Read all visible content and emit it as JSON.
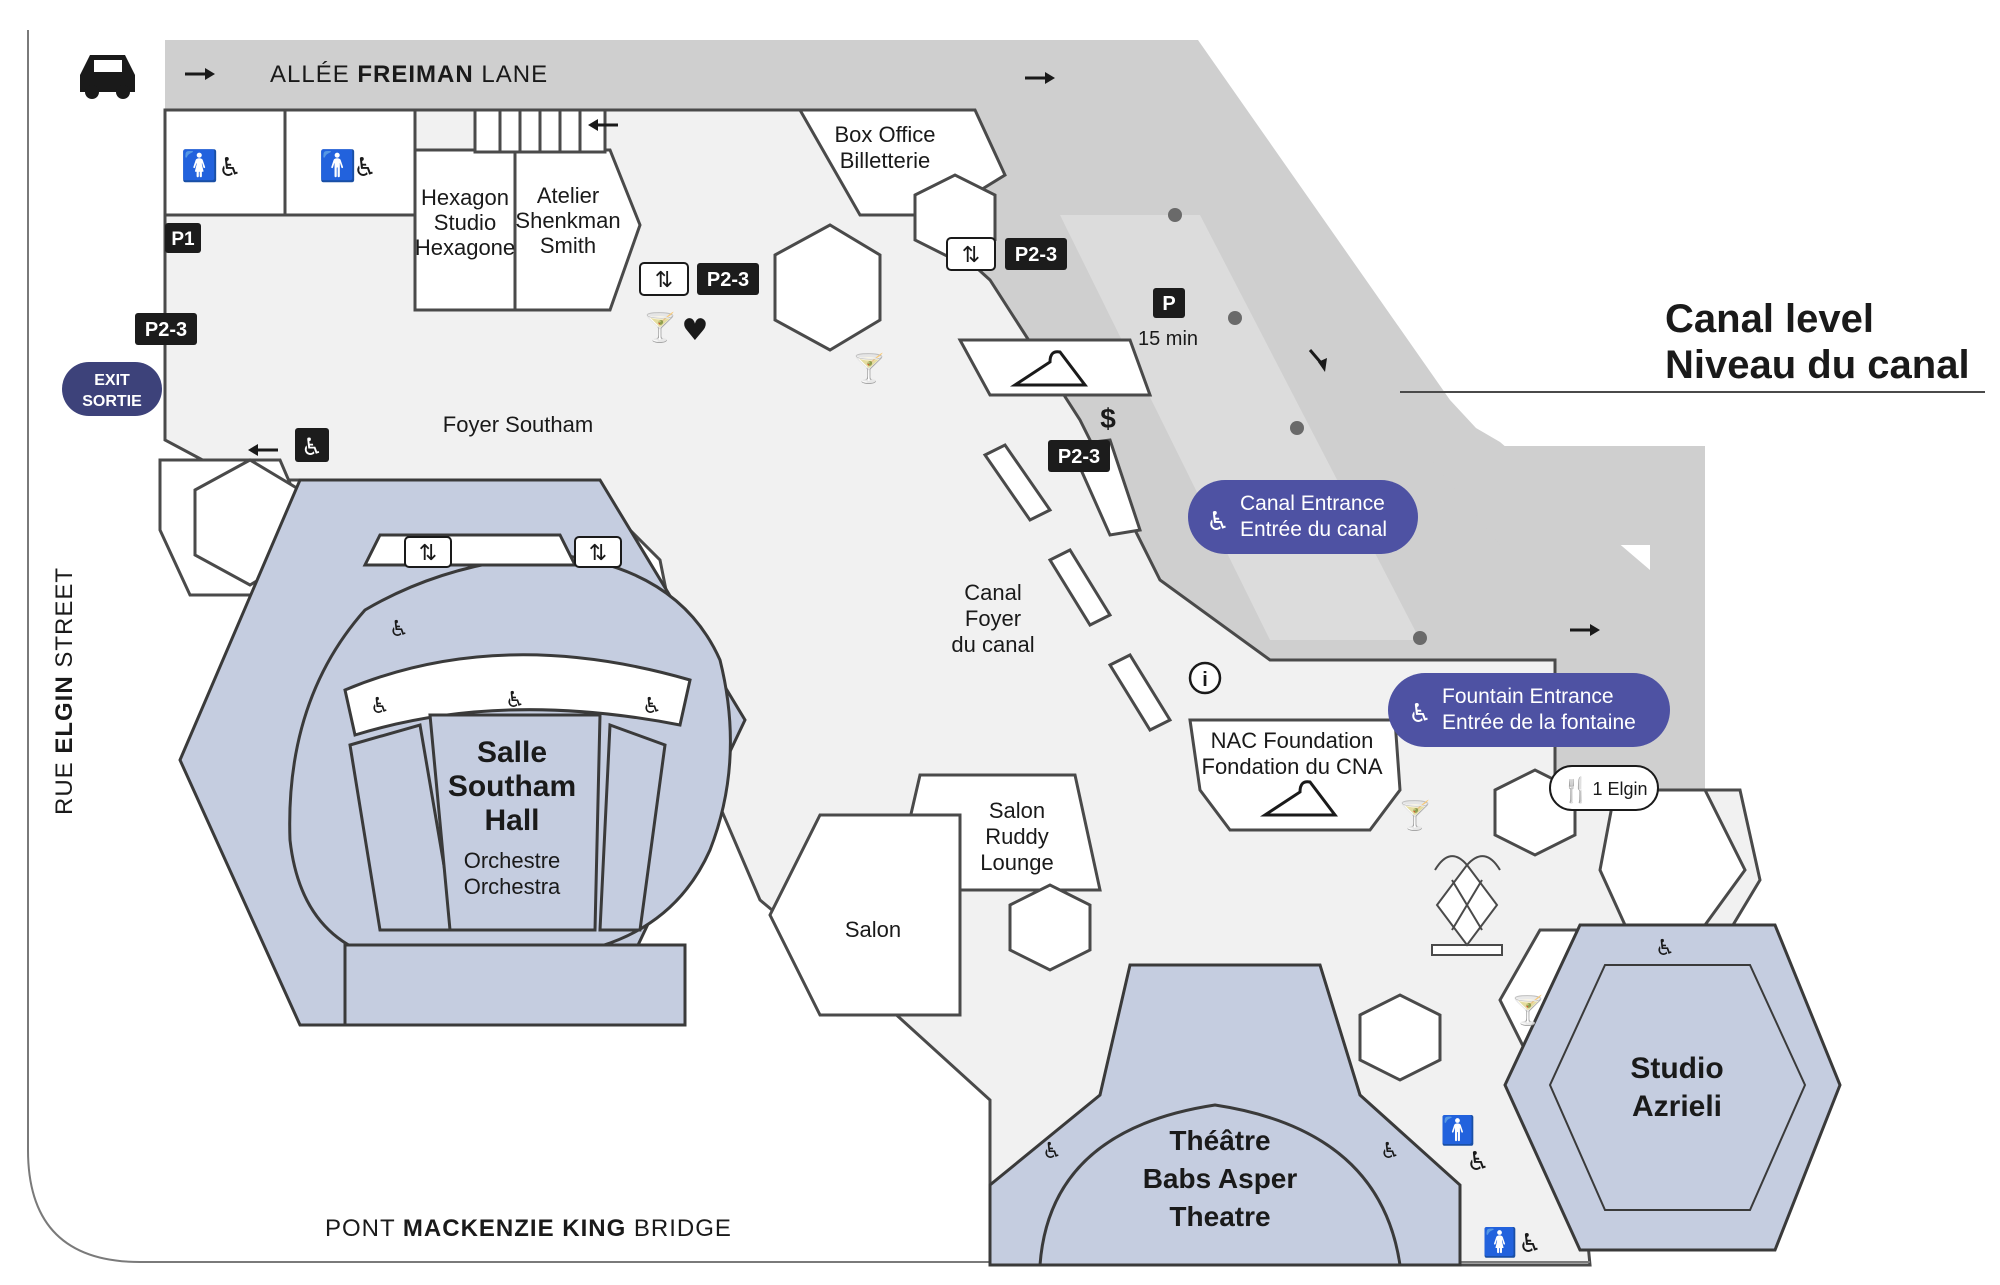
{
  "level_title": {
    "line1": "Canal level",
    "line2": "Niveau du canal"
  },
  "streets": {
    "lane": {
      "pre": "ALLÉE ",
      "bold": "FREIMAN",
      "post": " LANE"
    },
    "elgin": {
      "pre": "RUE ",
      "bold": "ELGIN",
      "post": " STREET"
    },
    "bridge": {
      "pre": "PONT ",
      "bold": "MACKENZIE KING",
      "post": " BRIDGE"
    }
  },
  "parking": {
    "p1": "P1",
    "p23": "P2-3",
    "p": "P",
    "time": "15 min"
  },
  "exit": {
    "line1": "EXIT",
    "line2": "SORTIE"
  },
  "rooms": {
    "hexagon": [
      "Hexagon",
      "Studio",
      "Hexagone"
    ],
    "atelier": [
      "Atelier",
      "Shenkman",
      "Smith"
    ],
    "box_office": [
      "Box Office",
      "Billetterie"
    ],
    "foyer_southam": "Foyer Southam",
    "canal_foyer": [
      "Canal",
      "Foyer",
      "du canal"
    ],
    "salle_southam": [
      "Salle",
      "Southam",
      "Hall"
    ],
    "orchestra": [
      "Orchestre",
      "Orchestra"
    ],
    "nac_foundation": [
      "NAC Foundation",
      "Fondation du CNA"
    ],
    "salon_ruddy": [
      "Salon",
      "Ruddy",
      "Lounge"
    ],
    "salon": "Salon",
    "babs_asper": [
      "Théâtre",
      "Babs Asper",
      "Theatre"
    ],
    "studio_azrieli": [
      "Studio",
      "Azrieli"
    ],
    "elgin_restaurant": "1 Elgin"
  },
  "entrances": {
    "canal": [
      "Canal Entrance",
      "Entrée du canal"
    ],
    "fountain": [
      "Fountain Entrance",
      "Entrée de la fontaine"
    ]
  },
  "symbols": {
    "dollar": "$",
    "info": "i"
  },
  "colors": {
    "hall_fill": "#c5cde0",
    "hall_stroke": "#3a3a3a",
    "floor": "#f1f1f1",
    "outdoor": "#cfcfcf",
    "entrance_pill": "#4e52a3",
    "badge": "#1c1c1c"
  }
}
